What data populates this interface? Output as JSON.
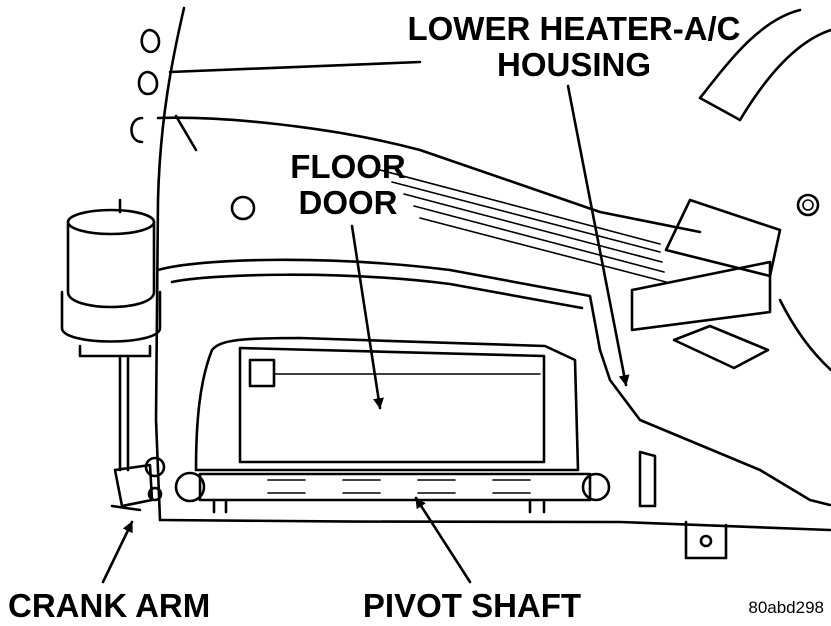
{
  "labels": {
    "lower_housing_line1": "LOWER HEATER-A/C",
    "lower_housing_line2": "HOUSING",
    "floor_door_line1": "FLOOR",
    "floor_door_line2": "DOOR",
    "crank_arm": "CRANK ARM",
    "pivot_shaft": "PIVOT SHAFT",
    "figure_code": "80abd298"
  },
  "colors": {
    "ink": "#000000",
    "paper": "#ffffff"
  }
}
